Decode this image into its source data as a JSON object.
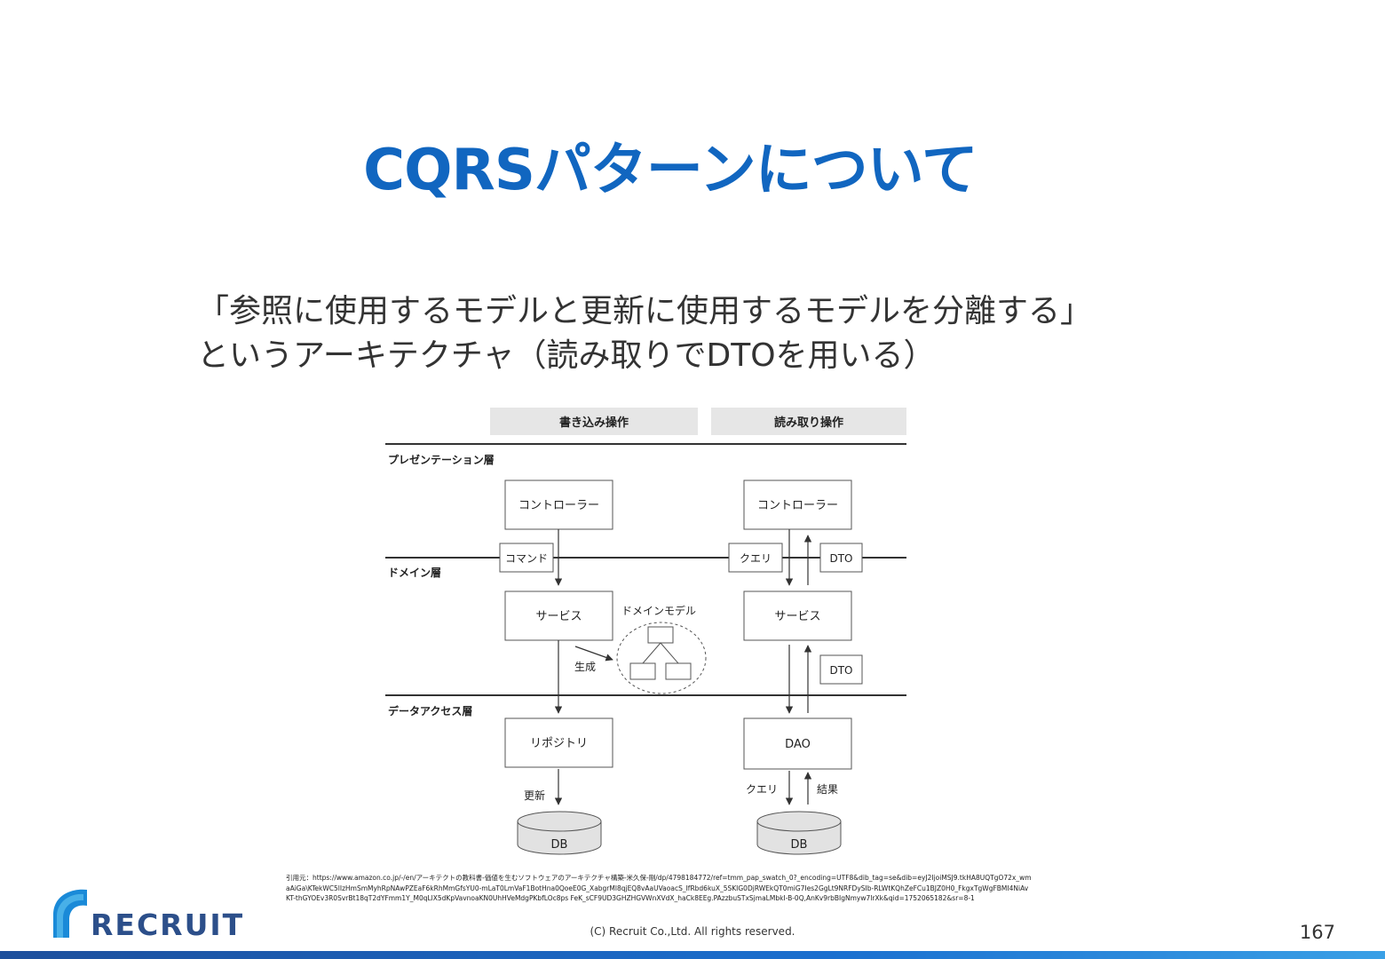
{
  "title": "CQRSパターンについて",
  "subtitle": {
    "line1": "「参照に使用するモデルと更新に使用するモデルを分離する」",
    "line2": "というアーキテクチャ（読み取りでDTOを用いる）"
  },
  "diagram": {
    "header_write": "書き込み操作",
    "header_read": "読み取り操作",
    "layer_presentation": "プレゼンテーション層",
    "layer_domain": "ドメイン層",
    "layer_data": "データアクセス層",
    "write_controller": "コントローラー",
    "write_command": "コマンド",
    "write_service": "サービス",
    "write_generate": "生成",
    "domain_model": "ドメインモデル",
    "write_repository": "リポジトリ",
    "write_update": "更新",
    "write_db": "DB",
    "read_controller": "コントローラー",
    "read_query": "クエリ",
    "read_dto_top": "DTO",
    "read_service": "サービス",
    "read_dto_mid": "DTO",
    "read_dao": "DAO",
    "read_query_bottom": "クエリ",
    "read_result": "結果",
    "read_db": "DB"
  },
  "citation": "引用元：https://www.amazon.co.jp/-/en/アーキテクトの教科書-価値を生むソフトウェアのアーキテクチャ構築-米久保-剛/dp/4798184772/ref=tmm_pap_swatch_0?_encoding=UTF8&dib_tag=se&dib=eyJ2IjoiMSJ9.tkHA8UQTgO72x_wmaAiGa\\KTekWC5lIzHmSmMyhRpNAwPZEaF6kRhMmGfsYU0-mLaT0LmVaF1BotHna0QoeE0G_XabgrMl8qjEQ8vAaUVaoacS_IfRbd6kuX_5SKIG0DjRWEkQT0miG7Ies2GgLt9NRFDySIb-RLWtKQhZeFCu1BJZ0H0_FkgxTgWgFBMI4NiAvKT-thGYOEv3R0SvrBt18qT2dYFmm1Y_M0qLlX5dKpVavnoaKN0UhHVeMdgPKbfLOc8ps FeK_sCF9UD3GHZHGVWnXVdX_haCk8EEg.PAzzbuSTxSjmaLMbkI-B-0Q,AnKv9rbBIgNmyw7IrXk&qid=1752065182&sr=8-1",
  "footer": {
    "logo": "RECRUIT",
    "copyright": "(C) Recruit Co.,Ltd. All rights reserved.",
    "page_number": "167"
  },
  "colors": {
    "title": "#1166c0",
    "logo_text": "#2c4f8a",
    "footer_bar": "#1a6fcf"
  }
}
